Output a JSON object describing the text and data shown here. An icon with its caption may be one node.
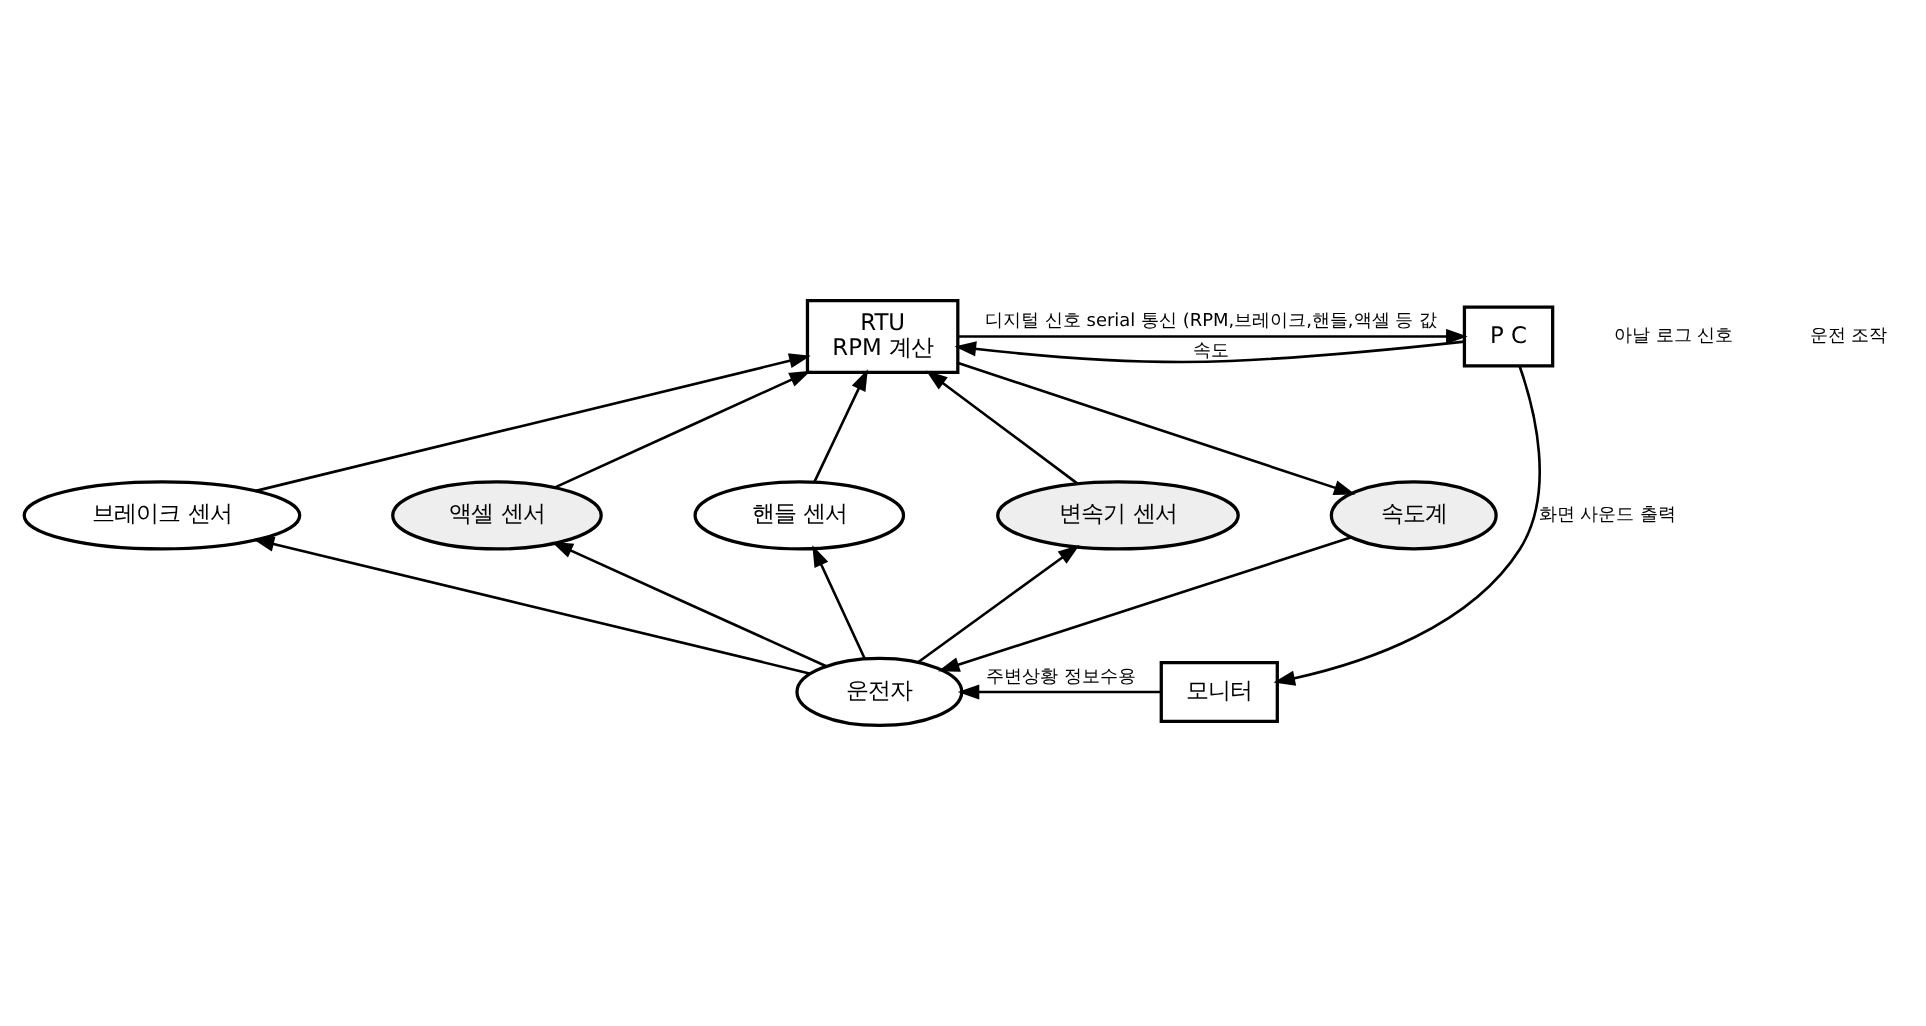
{
  "diagram": {
    "nodes": [
      {
        "text": [
          "RTU",
          "RPM 계산"
        ]
      },
      {
        "text": [
          "P C"
        ]
      },
      {
        "text": [
          "브레이크 센서"
        ]
      },
      {
        "text": [
          "액셀 센서"
        ]
      },
      {
        "text": [
          "핸들 센서"
        ]
      },
      {
        "text": [
          "변속기 센서"
        ]
      },
      {
        "text": [
          "속도계"
        ]
      },
      {
        "text": [
          "운전자"
        ]
      },
      {
        "text": [
          "모니터"
        ]
      }
    ],
    "edges": [
      {
        "from": 1,
        "to": 0,
        "arrow": "to",
        "label": "속도"
      },
      {
        "from": 0,
        "to": 1,
        "arrow": "to",
        "label": "디지털 신호 serial 통신 (RPM,브레이크,핸들,액셀 등 값"
      },
      {
        "from": 1,
        "to": 8,
        "arrow": "to",
        "label": "화면 사운드 출력"
      },
      {
        "from": 8,
        "to": 7,
        "arrow": "to",
        "label": "주변상황 정보수용"
      },
      {
        "from": 2,
        "to": 0,
        "arrow": "to"
      },
      {
        "from": 3,
        "to": 0,
        "arrow": "to"
      },
      {
        "from": 4,
        "to": 0,
        "arrow": "to"
      },
      {
        "from": 5,
        "to": 0,
        "arrow": "to"
      },
      {
        "from": 0,
        "to": 6,
        "arrow": "to"
      },
      {
        "from": 7,
        "to": 2,
        "arrow": "to"
      },
      {
        "from": 7,
        "to": 3,
        "arrow": "to"
      },
      {
        "from": 7,
        "to": 4,
        "arrow": "to"
      },
      {
        "from": 7,
        "to": 5,
        "arrow": "to"
      },
      {
        "from": 6,
        "to": 7,
        "arrow": "to"
      }
    ],
    "labels": [
      "아날 로그 신호",
      "운전 조작"
    ]
  }
}
